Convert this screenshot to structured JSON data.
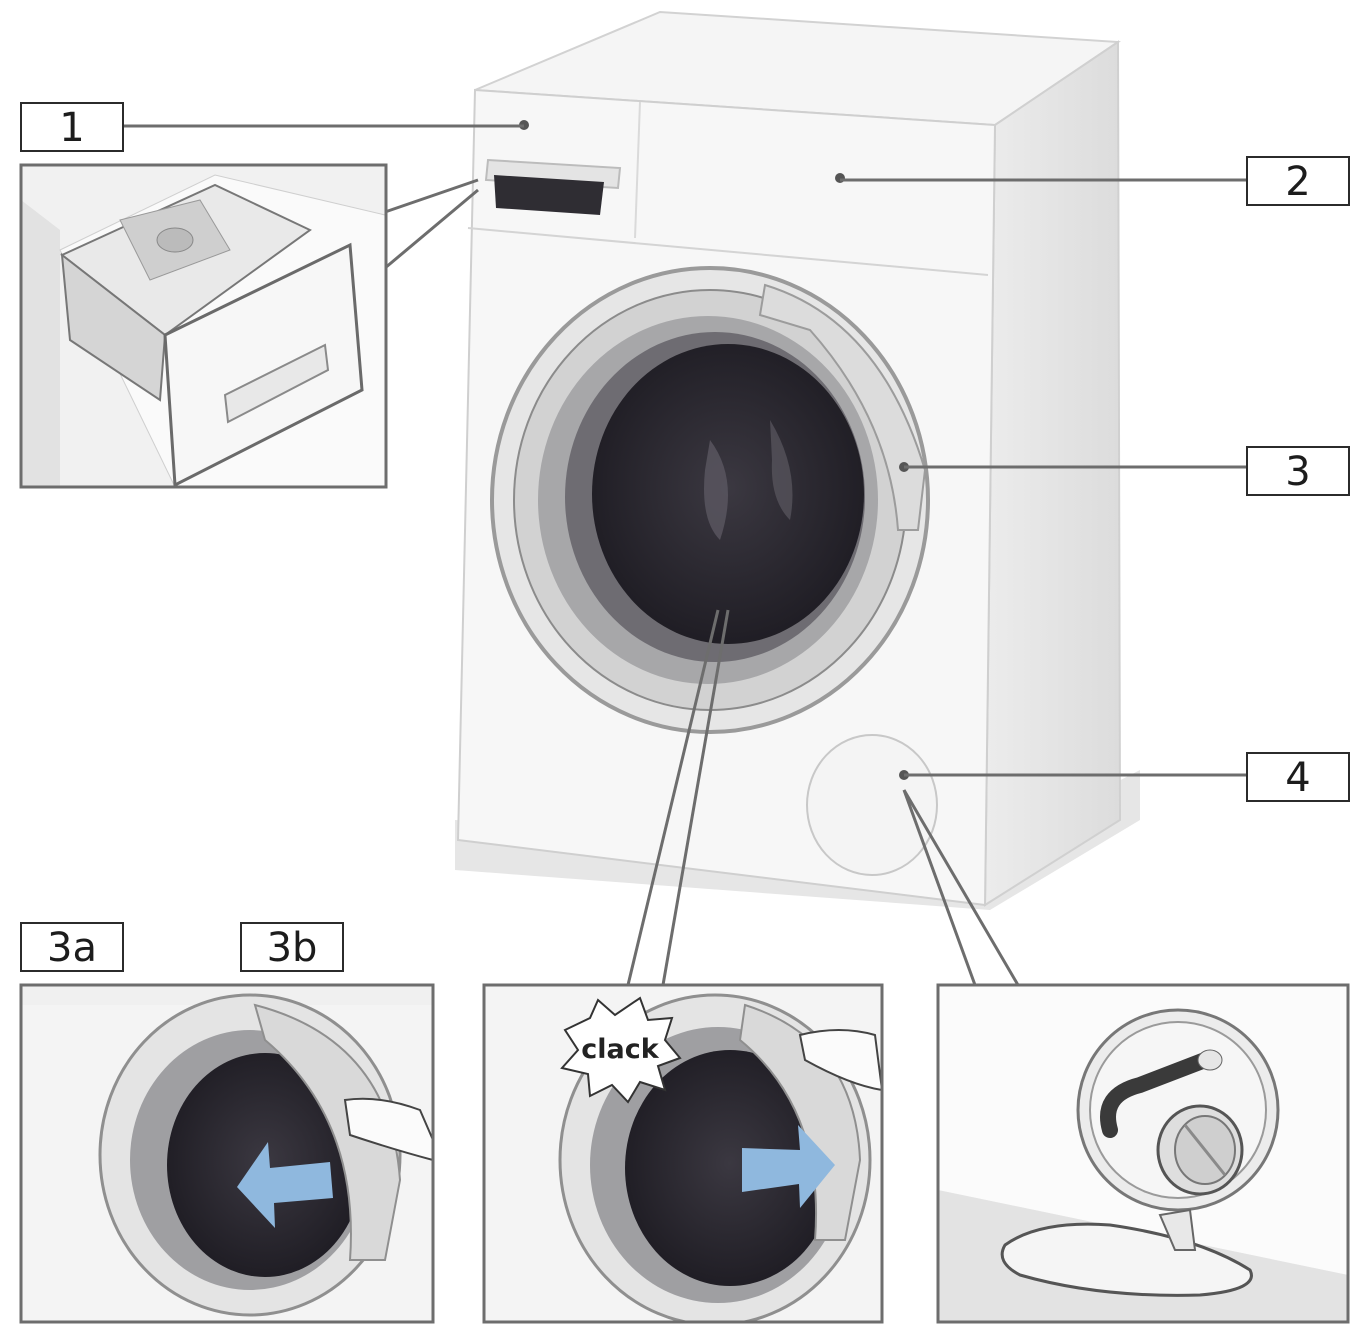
{
  "labels": {
    "detergent_drawer": "1",
    "control_panel": "2",
    "door": "3",
    "door_opening": "3a",
    "door_closing": "3b",
    "pump_flap": "4"
  },
  "annotations": {
    "clack": "clack"
  },
  "colors": {
    "arrow": "#8fb8de",
    "outline": "#6d6d6d",
    "drum": "#2b2830"
  }
}
